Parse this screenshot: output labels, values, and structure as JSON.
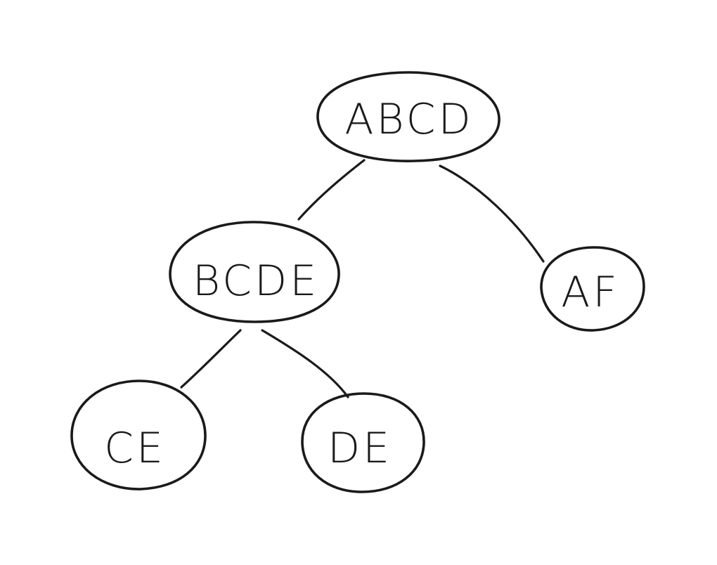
{
  "diagram": {
    "ink_color": "#1a1a1a",
    "background": "#ffffff",
    "nodes": {
      "abcd": "ABCD",
      "bcde": "BCDE",
      "af": "AF",
      "ce": "CE",
      "de": "DE"
    }
  }
}
